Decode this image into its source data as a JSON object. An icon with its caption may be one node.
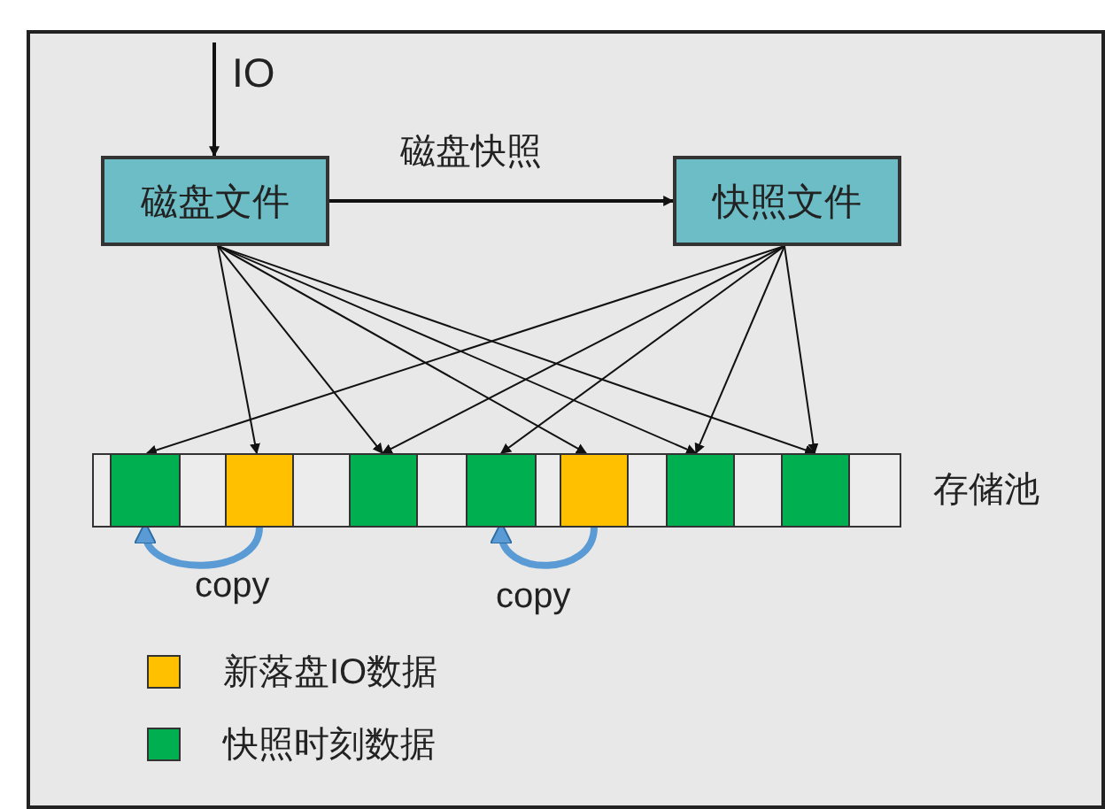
{
  "diagram": {
    "nodes": [
      {
        "text": [
          "磁盘文件"
        ]
      },
      {
        "text": [
          "快照文件"
        ]
      },
      {
        "text": [
          "存储池"
        ]
      },
      {
        "text": [],
        "shape": "box",
        "in": 2
      },
      {
        "text": [],
        "shape": "box",
        "in": 2
      },
      {
        "text": [],
        "shape": "box",
        "in": 2
      },
      {
        "text": [],
        "shape": "box",
        "in": 2
      },
      {
        "text": [],
        "shape": "box",
        "in": 2
      },
      {
        "text": [],
        "shape": "box",
        "in": 2
      },
      {
        "text": [],
        "shape": "box",
        "in": 2
      }
    ],
    "edges": [
      {
        "from": null,
        "to": 0,
        "arrow": "to",
        "label": "IO"
      },
      {
        "from": 0,
        "to": 1,
        "arrow": "to",
        "label": "磁盘快照"
      },
      {
        "from": 0,
        "to": 4,
        "arrow": "to"
      },
      {
        "from": 0,
        "to": 5,
        "arrow": "to"
      },
      {
        "from": 0,
        "to": 7,
        "arrow": "to"
      },
      {
        "from": 0,
        "to": 8,
        "arrow": "to"
      },
      {
        "from": 0,
        "to": 9,
        "arrow": "to"
      },
      {
        "from": 1,
        "to": 3,
        "arrow": "to"
      },
      {
        "from": 1,
        "to": 5,
        "arrow": "to"
      },
      {
        "from": 1,
        "to": 6,
        "arrow": "to"
      },
      {
        "from": 1,
        "to": 8,
        "arrow": "to"
      },
      {
        "from": 1,
        "to": 9,
        "arrow": "to"
      },
      {
        "from": 4,
        "to": 3,
        "arrow": "to",
        "label": "copy",
        "style": "thick",
        "color": "#5b9bd5"
      },
      {
        "from": 7,
        "to": 6,
        "arrow": "to",
        "label": "copy",
        "style": "thick",
        "color": "#5b9bd5"
      }
    ],
    "legend": [
      {
        "text": "新落盘IO数据",
        "color": "#ffc000"
      },
      {
        "text": "快照时刻数据",
        "color": "#00b050"
      }
    ]
  }
}
